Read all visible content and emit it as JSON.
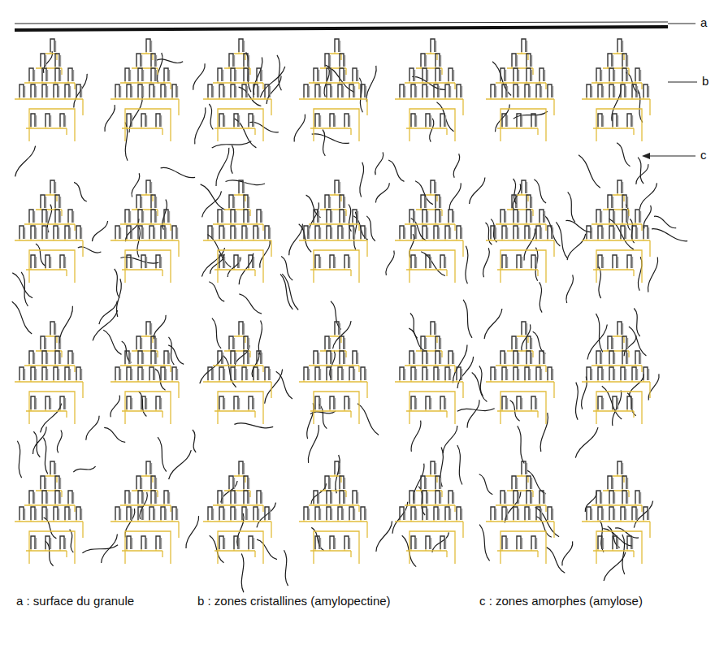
{
  "diagram": {
    "labels": [
      "a",
      "b",
      "c",
      "a : surface du granule",
      "b : zones cristallines (amylopectine)",
      "c : zones amorphes (amylose)"
    ]
  }
}
